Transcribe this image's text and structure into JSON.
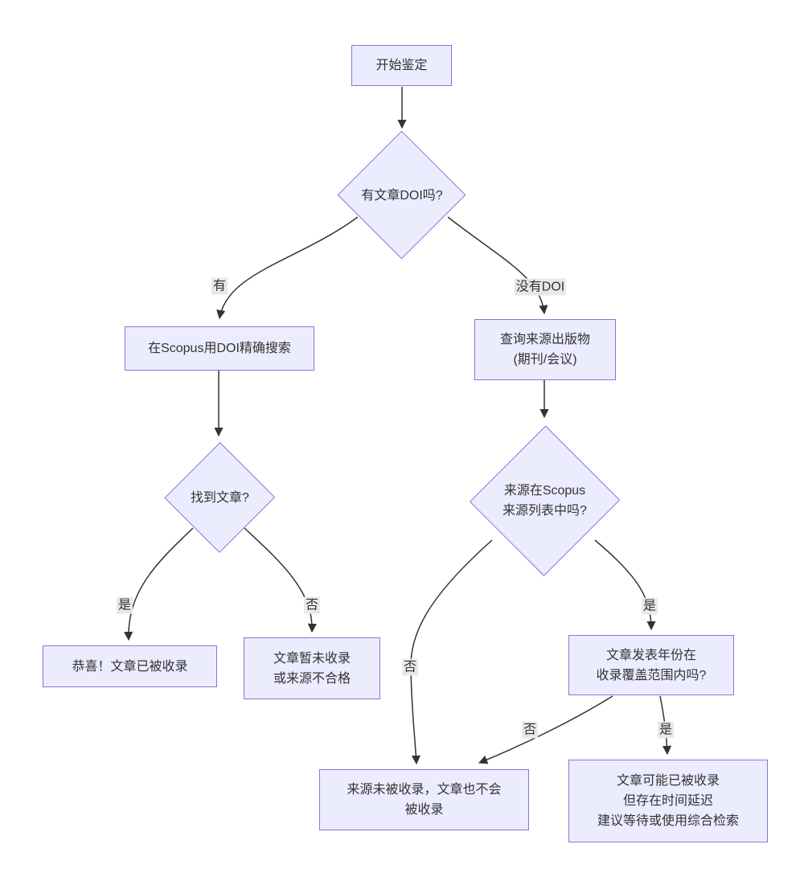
{
  "diagram": {
    "type": "flowchart",
    "direction": "top-down",
    "colors": {
      "node_fill": "#ECECFF",
      "node_border": "#9370DB",
      "edge_line": "#333333",
      "edge_label_bg": "#e8e8e8",
      "text": "#333333",
      "background": "#ffffff"
    },
    "nodes": {
      "start": {
        "shape": "rect",
        "label": "开始鉴定"
      },
      "has_doi": {
        "shape": "diamond",
        "label": "有文章DOI吗?"
      },
      "doi_search": {
        "shape": "rect",
        "label": "在Scopus用DOI精确搜索"
      },
      "query_source": {
        "shape": "rect",
        "label": "查询来源出版物\n(期刊/会议)"
      },
      "found_article": {
        "shape": "diamond",
        "label": "找到文章?"
      },
      "source_in_list": {
        "shape": "diamond",
        "label": "来源在Scopus\n来源列表中吗?"
      },
      "congrats": {
        "shape": "rect",
        "label": "恭喜！文章已被收录"
      },
      "not_indexed_yet": {
        "shape": "rect",
        "label": "文章暂未收录\n或来源不合格"
      },
      "year_in_coverage": {
        "shape": "rect",
        "label": "文章发表年份在\n收录覆盖范围内吗?"
      },
      "source_not_indexed": {
        "shape": "rect",
        "label": "来源未被收录，文章也不会\n被收录"
      },
      "maybe_indexed": {
        "shape": "rect",
        "label": "文章可能已被收录\n但存在时间延迟\n建议等待或使用综合检索"
      }
    },
    "edge_labels": {
      "has_doi_yes": "有",
      "has_doi_no": "没有DOI",
      "found_yes": "是",
      "found_no": "否",
      "in_list_no": "否",
      "in_list_yes": "是",
      "year_no": "否",
      "year_yes": "是"
    }
  }
}
